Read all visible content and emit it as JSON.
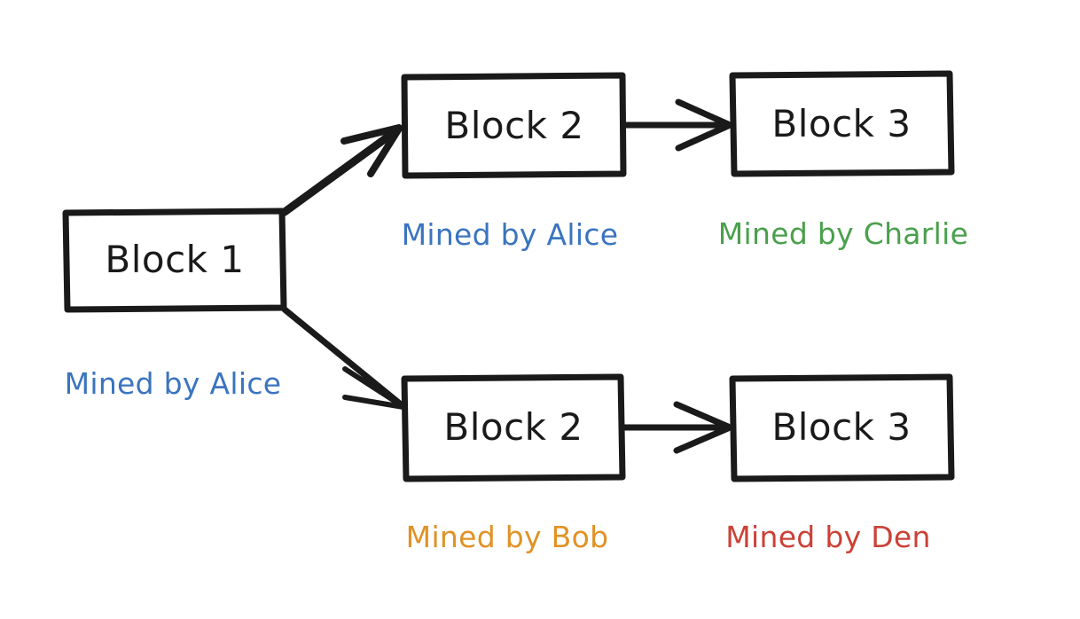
{
  "diagram": {
    "title": "Blockchain fork diagram",
    "type": "flow-diagram",
    "background_color": "#ffffff",
    "stroke_color": "#1a1a1a",
    "colors": {
      "alice": "#3b74bf",
      "charlie": "#4aa04c",
      "bob": "#e09226",
      "den": "#cb4137",
      "ink": "#1a1a1a"
    },
    "blocks": [
      {
        "id": "block-1",
        "label": "Block 1",
        "miner_label": "Mined by Alice",
        "miner_color": "#3b74bf",
        "branch": "root"
      },
      {
        "id": "block-2-top",
        "label": "Block 2",
        "miner_label": "Mined by Alice",
        "miner_color": "#3b74bf",
        "branch": "upper"
      },
      {
        "id": "block-3-top",
        "label": "Block 3",
        "miner_label": "Mined by Charlie",
        "miner_color": "#4aa04c",
        "branch": "upper"
      },
      {
        "id": "block-2-bottom",
        "label": "Block 2",
        "miner_label": "Mined by Bob",
        "miner_color": "#e09226",
        "branch": "lower"
      },
      {
        "id": "block-3-bottom",
        "label": "Block 3",
        "miner_label": "Mined by Den",
        "miner_color": "#cb4137",
        "branch": "lower"
      }
    ],
    "arrows": [
      {
        "id": "arrow-fork-up",
        "from": "block-1",
        "to": "block-2-top"
      },
      {
        "id": "arrow-fork-down",
        "from": "block-1",
        "to": "block-2-bottom"
      },
      {
        "id": "arrow-top-chain",
        "from": "block-2-top",
        "to": "block-3-top"
      },
      {
        "id": "arrow-bottom-chain",
        "from": "block-2-bottom",
        "to": "block-3-bottom"
      }
    ]
  }
}
